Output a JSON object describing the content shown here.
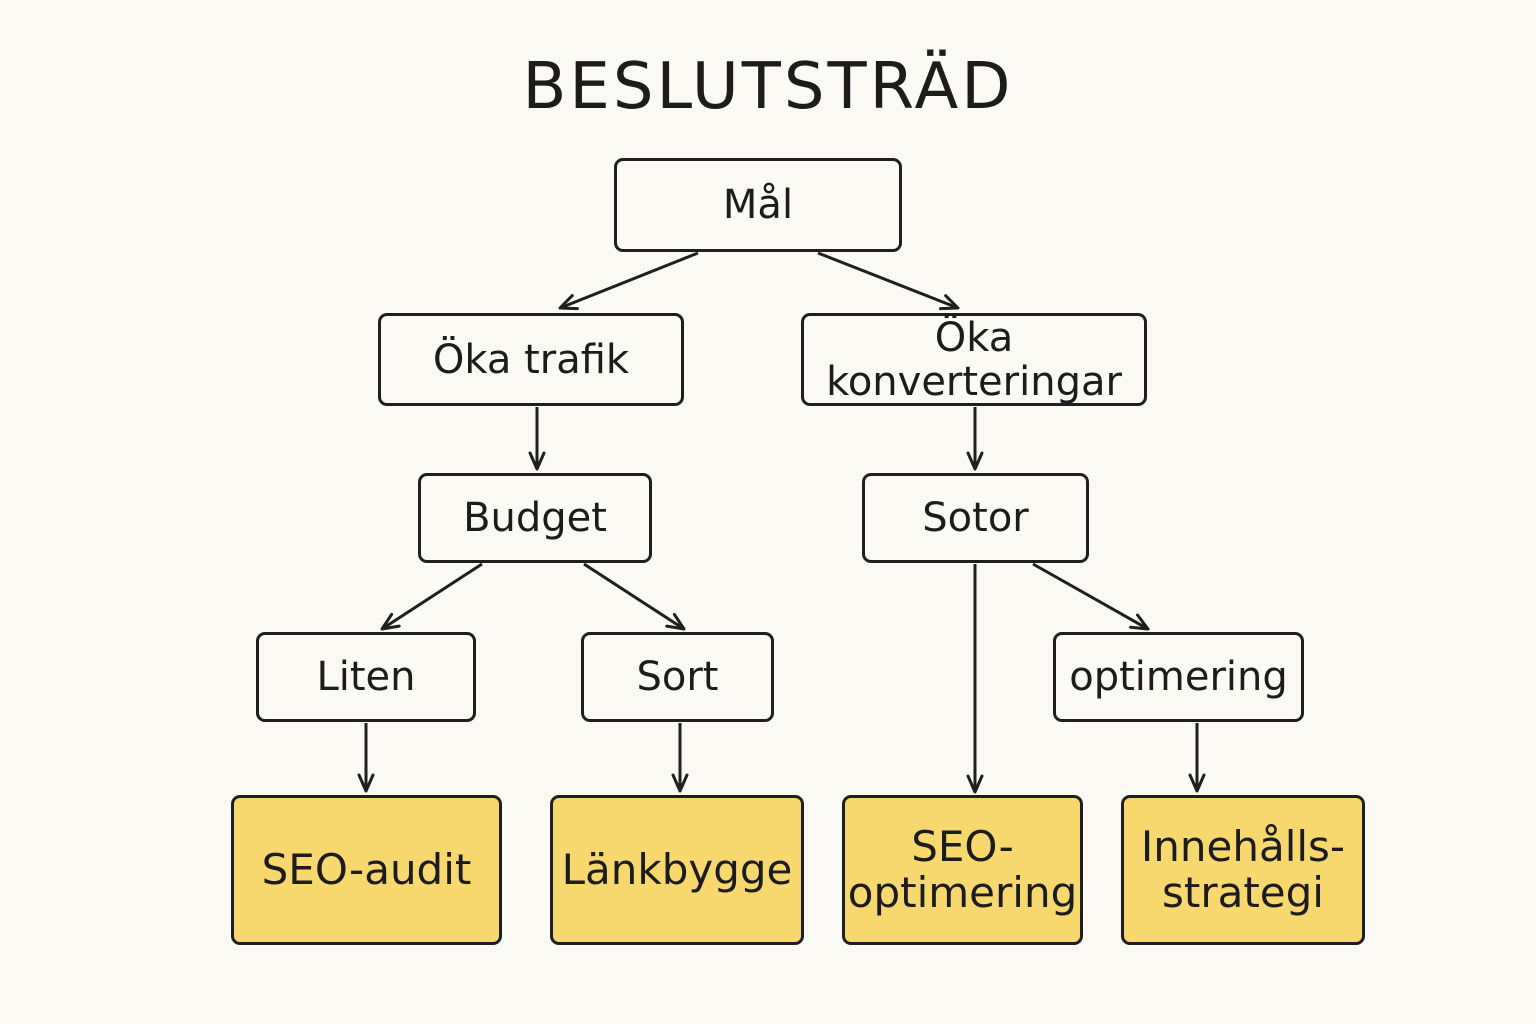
{
  "title": "BESLUTSTRÄD",
  "nodes": {
    "mal": "Mål",
    "trafik": "Öka trafik",
    "konv": "Öka konverteringar",
    "budget": "Budget",
    "sotor": "Sotor",
    "liten": "Liten",
    "sort": "Sort",
    "optim": "optimering",
    "audit": "SEO-audit",
    "lank": "Länkbygge",
    "seoopt": "SEO-\noptimering",
    "inneh": "Innehålls-\nstrategi"
  },
  "edges": [
    [
      "mal",
      "trafik"
    ],
    [
      "mal",
      "konv"
    ],
    [
      "trafik",
      "budget"
    ],
    [
      "konv",
      "sotor"
    ],
    [
      "budget",
      "liten"
    ],
    [
      "budget",
      "sort"
    ],
    [
      "sotor",
      "seoopt"
    ],
    [
      "sotor",
      "optim"
    ],
    [
      "liten",
      "audit"
    ],
    [
      "sort",
      "lank"
    ],
    [
      "optim",
      "inneh"
    ]
  ],
  "colors": {
    "background": "#fbf9f4",
    "stroke": "#1f1f1f",
    "leaf_fill": "#f6d86f"
  }
}
